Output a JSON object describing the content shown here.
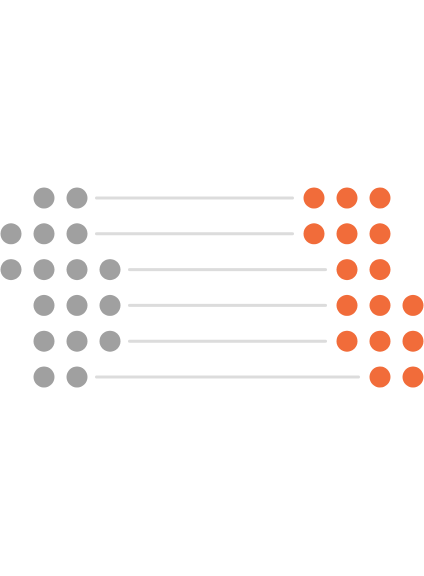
{
  "colors": {
    "left_dot": "#A0A0A0",
    "right_dot": "#F16C3A",
    "connector": "#DCDCDC",
    "background": "#FFFFFF"
  },
  "rows": [
    {
      "left": {
        "count": 2,
        "start": 1
      },
      "right": {
        "count": 3,
        "start": 0
      }
    },
    {
      "left": {
        "count": 3,
        "start": 0
      },
      "right": {
        "count": 3,
        "start": 0
      }
    },
    {
      "left": {
        "count": 4,
        "start": 0
      },
      "right": {
        "count": 2,
        "start": 1
      }
    },
    {
      "left": {
        "count": 3,
        "start": 1
      },
      "right": {
        "count": 3,
        "start": 1
      }
    },
    {
      "left": {
        "count": 3,
        "start": 1
      },
      "right": {
        "count": 3,
        "start": 1
      }
    },
    {
      "left": {
        "count": 2,
        "start": 1
      },
      "right": {
        "count": 2,
        "start": 2
      }
    }
  ]
}
